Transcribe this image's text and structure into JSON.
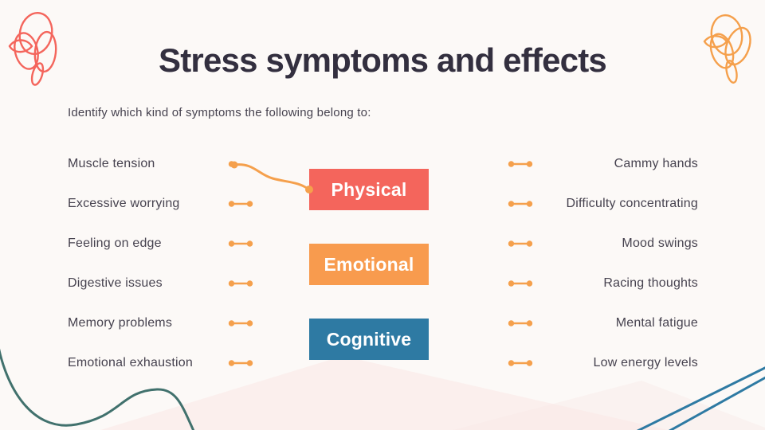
{
  "slide": {
    "title": "Stress symptoms and effects",
    "subtitle": "Identify which kind of symptoms the following belong to:"
  },
  "matching": {
    "left_items": [
      "Muscle tension",
      "Excessive worrying",
      "Feeling on edge",
      "Digestive issues",
      "Memory problems",
      "Emotional exhaustion"
    ],
    "right_items": [
      "Cammy hands",
      "Difficulty concentrating",
      "Mood swings",
      "Racing thoughts",
      "Mental fatigue",
      "Low energy levels"
    ],
    "categories": [
      {
        "label": "Physical",
        "color": "#f4655c"
      },
      {
        "label": "Emotional",
        "color": "#f89b4e"
      },
      {
        "label": "Cognitive",
        "color": "#2e7aa3"
      }
    ],
    "drawn_connection": {
      "from": "Muscle tension",
      "to": "Physical"
    }
  },
  "icons": {
    "connector": "dot-line-dot",
    "top_left_corner": "scribble-loops",
    "top_right_corner": "scribble-loops",
    "bottom_left_corner": "wave-line",
    "bottom_right_corner": "crossing-lines"
  },
  "colors": {
    "background": "#fcf9f7",
    "title_text": "#332f3f",
    "body_text": "#46424f",
    "connector_orange": "#f5a04c",
    "coral_doodle": "#f4655c",
    "orange_doodle": "#f5a04c",
    "teal_wave": "#41716d",
    "blue_lines": "#2e7aa3",
    "pink_shape": "#f9e8e6"
  }
}
